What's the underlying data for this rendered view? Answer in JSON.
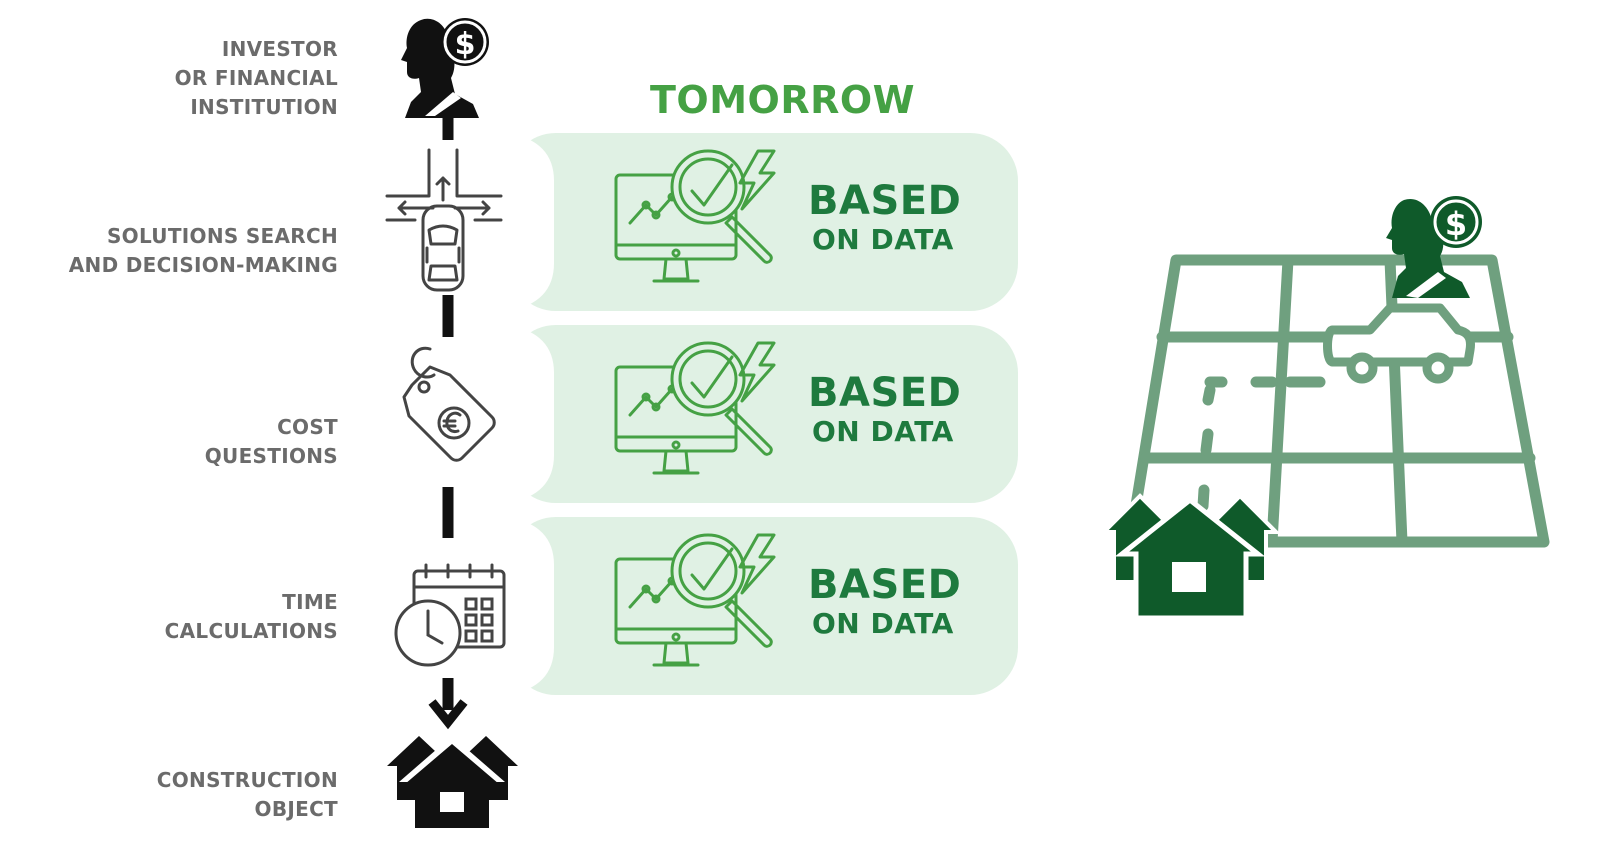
{
  "steps": [
    {
      "lines": [
        "INVESTOR",
        "OR FINANCIAL",
        "INSTITUTION"
      ],
      "icon": "investor-icon"
    },
    {
      "lines": [
        "SOLUTIONS SEARCH",
        "AND DECISION-MAKING"
      ],
      "icon": "intersection-car-icon"
    },
    {
      "lines": [
        "COST",
        "QUESTIONS"
      ],
      "icon": "euro-price-tag-icon"
    },
    {
      "lines": [
        "TIME",
        "CALCULATIONS"
      ],
      "icon": "clock-calendar-icon"
    },
    {
      "lines": [
        "CONSTRUCTION",
        "OBJECT"
      ],
      "icon": "houses-icon"
    }
  ],
  "tomorrow": {
    "heading": "TOMORROW",
    "cards": [
      {
        "line1": "BASED",
        "line2": "ON DATA",
        "icon": "data-analysis-icon"
      },
      {
        "line1": "BASED",
        "line2": "ON DATA",
        "icon": "data-analysis-icon"
      },
      {
        "line1": "BASED",
        "line2": "ON DATA",
        "icon": "data-analysis-icon"
      }
    ]
  },
  "illustration": {
    "icon": "city-map-investor-houses-icon"
  },
  "colors": {
    "label_gray": "#6b6b6b",
    "heading_green": "#45a144",
    "card_bg": "#e0f1e4",
    "card_text": "#1e7a3e",
    "icon_green": "#45a144",
    "map_green": "#6fa07f",
    "dark_green": "#0f5a2a"
  }
}
